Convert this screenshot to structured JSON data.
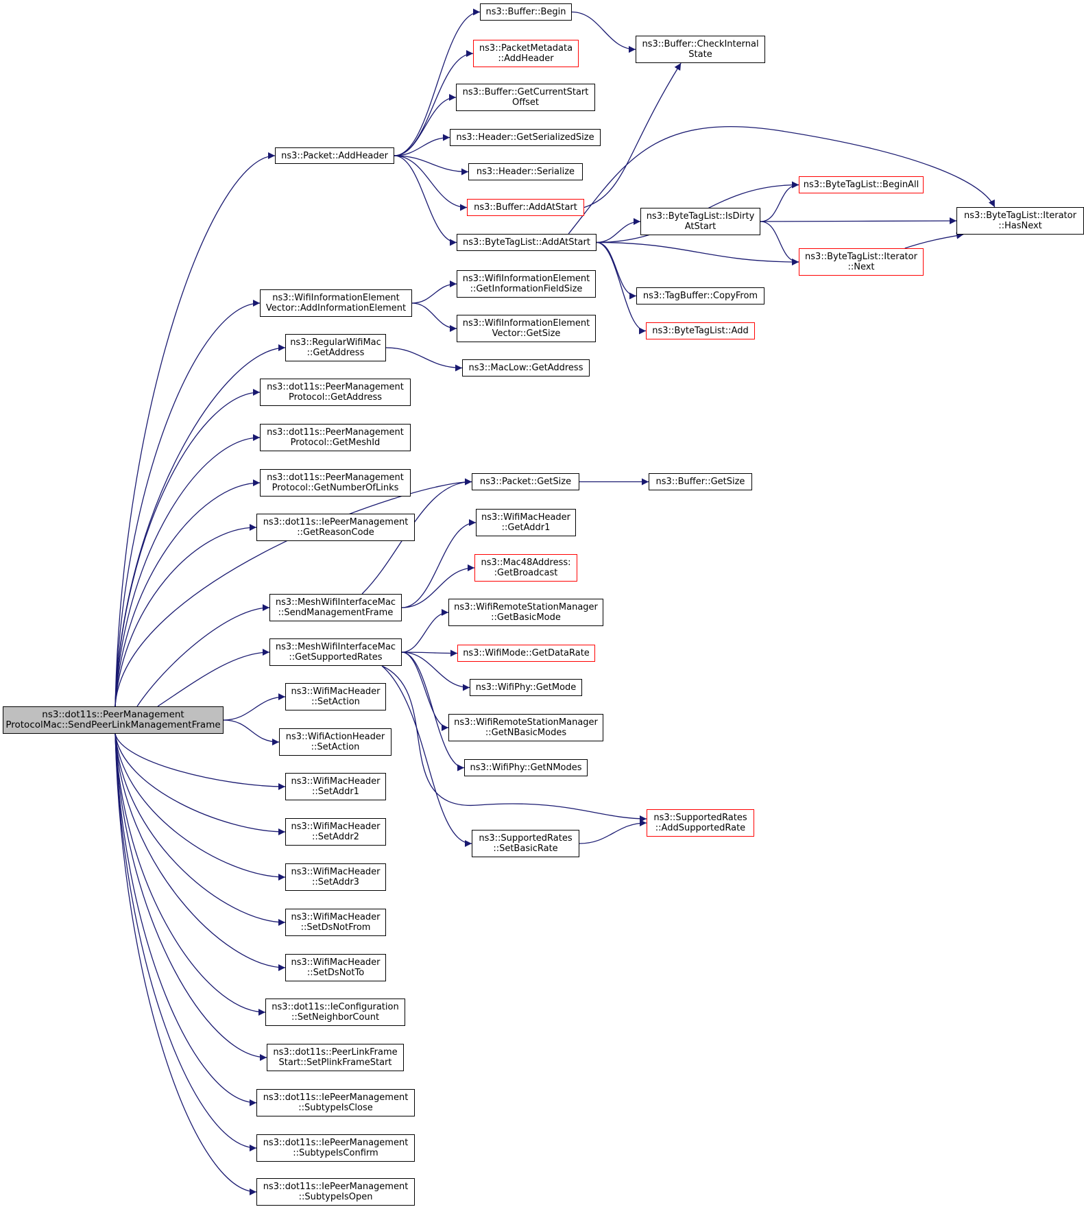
{
  "colors": {
    "edge": "#191970",
    "border": "#000000",
    "highlight": "#ff0000",
    "root_fill": "#bfbfbf"
  },
  "nodes": [
    {
      "id": "root",
      "lines": [
        "ns3::dot11s::PeerManagement",
        "ProtocolMac::SendPeerLinkManagementFrame"
      ],
      "style": "root"
    },
    {
      "id": "pkt_addheader",
      "lines": [
        "ns3::Packet::AddHeader"
      ],
      "style": "normal"
    },
    {
      "id": "buf_begin",
      "lines": [
        "ns3::Buffer::Begin"
      ],
      "style": "normal"
    },
    {
      "id": "pm_addheader",
      "lines": [
        "ns3::PacketMetadata",
        "::AddHeader"
      ],
      "style": "red"
    },
    {
      "id": "buf_getcurstart",
      "lines": [
        "ns3::Buffer::GetCurrentStart",
        "Offset"
      ],
      "style": "normal"
    },
    {
      "id": "hdr_getsersize",
      "lines": [
        "ns3::Header::GetSerializedSize"
      ],
      "style": "normal"
    },
    {
      "id": "hdr_serialize",
      "lines": [
        "ns3::Header::Serialize"
      ],
      "style": "normal"
    },
    {
      "id": "buf_addatstart",
      "lines": [
        "ns3::Buffer::AddAtStart"
      ],
      "style": "red"
    },
    {
      "id": "btl_addatstart",
      "lines": [
        "ns3::ByteTagList::AddAtStart"
      ],
      "style": "normal"
    },
    {
      "id": "buf_checkinternal",
      "lines": [
        "ns3::Buffer::CheckInternal",
        "State"
      ],
      "style": "normal"
    },
    {
      "id": "btl_beginall",
      "lines": [
        "ns3::ByteTagList::BeginAll"
      ],
      "style": "red"
    },
    {
      "id": "btl_isdirty",
      "lines": [
        "ns3::ByteTagList::IsDirty",
        "AtStart"
      ],
      "style": "normal"
    },
    {
      "id": "btl_it_hasnext",
      "lines": [
        "ns3::ByteTagList::Iterator",
        "::HasNext"
      ],
      "style": "normal"
    },
    {
      "id": "btl_it_next",
      "lines": [
        "ns3::ByteTagList::Iterator",
        "::Next"
      ],
      "style": "red"
    },
    {
      "id": "tagbuf_copyfrom",
      "lines": [
        "ns3::TagBuffer::CopyFrom"
      ],
      "style": "normal"
    },
    {
      "id": "btl_add",
      "lines": [
        "ns3::ByteTagList::Add"
      ],
      "style": "red"
    },
    {
      "id": "wiev_addie",
      "lines": [
        "ns3::WifiInformationElement",
        "Vector::AddInformationElement"
      ],
      "style": "normal"
    },
    {
      "id": "wie_getinfosize",
      "lines": [
        "ns3::WifiInformationElement",
        "::GetInformationFieldSize"
      ],
      "style": "normal"
    },
    {
      "id": "wiev_getsize",
      "lines": [
        "ns3::WifiInformationElement",
        "Vector::GetSize"
      ],
      "style": "normal"
    },
    {
      "id": "rwm_getaddress",
      "lines": [
        "ns3::RegularWifiMac",
        "::GetAddress"
      ],
      "style": "normal"
    },
    {
      "id": "maclow_getaddress",
      "lines": [
        "ns3::MacLow::GetAddress"
      ],
      "style": "normal"
    },
    {
      "id": "pmp_getaddress",
      "lines": [
        "ns3::dot11s::PeerManagement",
        "Protocol::GetAddress"
      ],
      "style": "normal"
    },
    {
      "id": "pmp_getmeshid",
      "lines": [
        "ns3::dot11s::PeerManagement",
        "Protocol::GetMeshId"
      ],
      "style": "normal"
    },
    {
      "id": "pmp_getnumlinks",
      "lines": [
        "ns3::dot11s::PeerManagement",
        "Protocol::GetNumberOfLinks"
      ],
      "style": "normal"
    },
    {
      "id": "iepm_getreason",
      "lines": [
        "ns3::dot11s::IePeerManagement",
        "::GetReasonCode"
      ],
      "style": "normal"
    },
    {
      "id": "pkt_getsize",
      "lines": [
        "ns3::Packet::GetSize"
      ],
      "style": "normal"
    },
    {
      "id": "buf_getsize",
      "lines": [
        "ns3::Buffer::GetSize"
      ],
      "style": "normal"
    },
    {
      "id": "wmh_getaddr1",
      "lines": [
        "ns3::WifiMacHeader",
        "::GetAddr1"
      ],
      "style": "normal"
    },
    {
      "id": "mac48_getbcast",
      "lines": [
        "ns3::Mac48Address:",
        ":GetBroadcast"
      ],
      "style": "red"
    },
    {
      "id": "mwim_sendmgmt",
      "lines": [
        "ns3::MeshWifiInterfaceMac",
        "::SendManagementFrame"
      ],
      "style": "normal"
    },
    {
      "id": "wrsm_getbasicmode",
      "lines": [
        "ns3::WifiRemoteStationManager",
        "::GetBasicMode"
      ],
      "style": "normal"
    },
    {
      "id": "mwim_getrates",
      "lines": [
        "ns3::MeshWifiInterfaceMac",
        "::GetSupportedRates"
      ],
      "style": "normal"
    },
    {
      "id": "wmode_getdatarate",
      "lines": [
        "ns3::WifiMode::GetDataRate"
      ],
      "style": "red"
    },
    {
      "id": "wphy_getmode",
      "lines": [
        "ns3::WifiPhy::GetMode"
      ],
      "style": "normal"
    },
    {
      "id": "wrsm_getnbasic",
      "lines": [
        "ns3::WifiRemoteStationManager",
        "::GetNBasicModes"
      ],
      "style": "normal"
    },
    {
      "id": "wphy_getnmodes",
      "lines": [
        "ns3::WifiPhy::GetNModes"
      ],
      "style": "normal"
    },
    {
      "id": "sr_addrate",
      "lines": [
        "ns3::SupportedRates",
        "::AddSupportedRate"
      ],
      "style": "red"
    },
    {
      "id": "sr_setbasic",
      "lines": [
        "ns3::SupportedRates",
        "::SetBasicRate"
      ],
      "style": "normal"
    },
    {
      "id": "wmh_setaction",
      "lines": [
        "ns3::WifiMacHeader",
        "::SetAction"
      ],
      "style": "normal"
    },
    {
      "id": "wah_setaction",
      "lines": [
        "ns3::WifiActionHeader",
        "::SetAction"
      ],
      "style": "normal"
    },
    {
      "id": "wmh_setaddr1",
      "lines": [
        "ns3::WifiMacHeader",
        "::SetAddr1"
      ],
      "style": "normal"
    },
    {
      "id": "wmh_setaddr2",
      "lines": [
        "ns3::WifiMacHeader",
        "::SetAddr2"
      ],
      "style": "normal"
    },
    {
      "id": "wmh_setaddr3",
      "lines": [
        "ns3::WifiMacHeader",
        "::SetAddr3"
      ],
      "style": "normal"
    },
    {
      "id": "wmh_setdsnotfrom",
      "lines": [
        "ns3::WifiMacHeader",
        "::SetDsNotFrom"
      ],
      "style": "normal"
    },
    {
      "id": "wmh_setdsnotto",
      "lines": [
        "ns3::WifiMacHeader",
        "::SetDsNotTo"
      ],
      "style": "normal"
    },
    {
      "id": "iecfg_setneighbor",
      "lines": [
        "ns3::dot11s::IeConfiguration",
        "::SetNeighborCount"
      ],
      "style": "normal"
    },
    {
      "id": "plfs_setstart",
      "lines": [
        "ns3::dot11s::PeerLinkFrame",
        "Start::SetPlinkFrameStart"
      ],
      "style": "normal"
    },
    {
      "id": "iepm_isclose",
      "lines": [
        "ns3::dot11s::IePeerManagement",
        "::SubtypeIsClose"
      ],
      "style": "normal"
    },
    {
      "id": "iepm_isconfirm",
      "lines": [
        "ns3::dot11s::IePeerManagement",
        "::SubtypeIsConfirm"
      ],
      "style": "normal"
    },
    {
      "id": "iepm_isopen",
      "lines": [
        "ns3::dot11s::IePeerManagement",
        "::SubtypeIsOpen"
      ],
      "style": "normal"
    }
  ],
  "edges": [
    [
      "root",
      "pkt_addheader"
    ],
    [
      "root",
      "wiev_addie"
    ],
    [
      "root",
      "rwm_getaddress"
    ],
    [
      "root",
      "pmp_getaddress"
    ],
    [
      "root",
      "pmp_getmeshid"
    ],
    [
      "root",
      "pmp_getnumlinks"
    ],
    [
      "root",
      "iepm_getreason"
    ],
    [
      "root",
      "pkt_getsize"
    ],
    [
      "root",
      "mwim_sendmgmt"
    ],
    [
      "root",
      "mwim_getrates"
    ],
    [
      "root",
      "wmh_setaction"
    ],
    [
      "root",
      "wah_setaction"
    ],
    [
      "root",
      "wmh_setaddr1"
    ],
    [
      "root",
      "wmh_setaddr2"
    ],
    [
      "root",
      "wmh_setaddr3"
    ],
    [
      "root",
      "wmh_setdsnotfrom"
    ],
    [
      "root",
      "wmh_setdsnotto"
    ],
    [
      "root",
      "iecfg_setneighbor"
    ],
    [
      "root",
      "plfs_setstart"
    ],
    [
      "root",
      "iepm_isclose"
    ],
    [
      "root",
      "iepm_isconfirm"
    ],
    [
      "root",
      "iepm_isopen"
    ],
    [
      "pkt_addheader",
      "buf_begin"
    ],
    [
      "pkt_addheader",
      "pm_addheader"
    ],
    [
      "pkt_addheader",
      "buf_getcurstart"
    ],
    [
      "pkt_addheader",
      "hdr_getsersize"
    ],
    [
      "pkt_addheader",
      "hdr_serialize"
    ],
    [
      "pkt_addheader",
      "buf_addatstart"
    ],
    [
      "pkt_addheader",
      "btl_addatstart"
    ],
    [
      "buf_begin",
      "buf_checkinternal"
    ],
    [
      "buf_addatstart",
      "buf_checkinternal"
    ],
    [
      "btl_addatstart",
      "btl_it_hasnext"
    ],
    [
      "btl_addatstart",
      "btl_beginall"
    ],
    [
      "btl_addatstart",
      "btl_isdirty"
    ],
    [
      "btl_addatstart",
      "btl_it_next"
    ],
    [
      "btl_addatstart",
      "tagbuf_copyfrom"
    ],
    [
      "btl_addatstart",
      "btl_add"
    ],
    [
      "btl_isdirty",
      "btl_beginall"
    ],
    [
      "btl_isdirty",
      "btl_it_hasnext"
    ],
    [
      "btl_isdirty",
      "btl_it_next"
    ],
    [
      "btl_it_next",
      "btl_it_hasnext"
    ],
    [
      "wiev_addie",
      "wie_getinfosize"
    ],
    [
      "wiev_addie",
      "wiev_getsize"
    ],
    [
      "rwm_getaddress",
      "maclow_getaddress"
    ],
    [
      "pkt_getsize",
      "buf_getsize"
    ],
    [
      "mwim_sendmgmt",
      "pkt_getsize"
    ],
    [
      "mwim_sendmgmt",
      "wmh_getaddr1"
    ],
    [
      "mwim_sendmgmt",
      "mac48_getbcast"
    ],
    [
      "mwim_getrates",
      "wrsm_getbasicmode"
    ],
    [
      "mwim_getrates",
      "wmode_getdatarate"
    ],
    [
      "mwim_getrates",
      "wphy_getmode"
    ],
    [
      "mwim_getrates",
      "wrsm_getnbasic"
    ],
    [
      "mwim_getrates",
      "wphy_getnmodes"
    ],
    [
      "mwim_getrates",
      "sr_addrate"
    ],
    [
      "mwim_getrates",
      "sr_setbasic"
    ],
    [
      "sr_setbasic",
      "sr_addrate"
    ]
  ]
}
